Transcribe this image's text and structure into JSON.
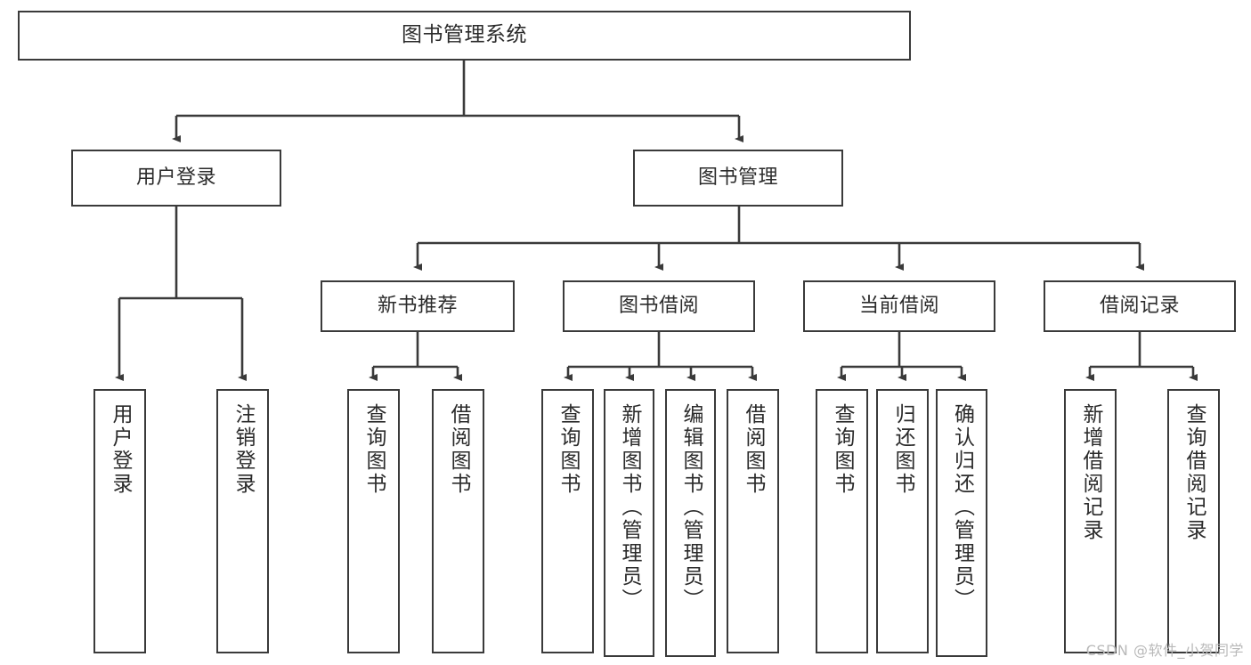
{
  "diagram": {
    "title": "图书管理系统",
    "type": "tree",
    "watermark": "CSDN @软件_小贺同学",
    "colors": {
      "box_border": "#3a3a3a",
      "box_fill": "#ffffff",
      "edge": "#3a3a3a",
      "text": "#2b2b2b",
      "watermark": "#b9b9b9",
      "background": "#ffffff"
    },
    "levels": {
      "root": {
        "label": "图书管理系统"
      },
      "level2": [
        {
          "label": "用户登录"
        },
        {
          "label": "图书管理"
        }
      ],
      "level3": [
        {
          "label": "新书推荐"
        },
        {
          "label": "图书借阅"
        },
        {
          "label": "当前借阅"
        },
        {
          "label": "借阅记录"
        }
      ],
      "leaves": {
        "user_login": [
          {
            "label": "用户登录"
          },
          {
            "label": "注销登录"
          }
        ],
        "new_book_recommend": [
          {
            "label": "查询图书"
          },
          {
            "label": "借阅图书"
          }
        ],
        "book_borrow": [
          {
            "label": "查询图书"
          },
          {
            "label": "新增图书（管理员）"
          },
          {
            "label": "编辑图书（管理员）"
          },
          {
            "label": "借阅图书"
          }
        ],
        "current_borrow": [
          {
            "label": "查询图书"
          },
          {
            "label": "归还图书"
          },
          {
            "label": "确认归还（管理员）"
          }
        ],
        "borrow_record": [
          {
            "label": "新增借阅记录"
          },
          {
            "label": "查询借阅记录"
          }
        ]
      }
    }
  }
}
